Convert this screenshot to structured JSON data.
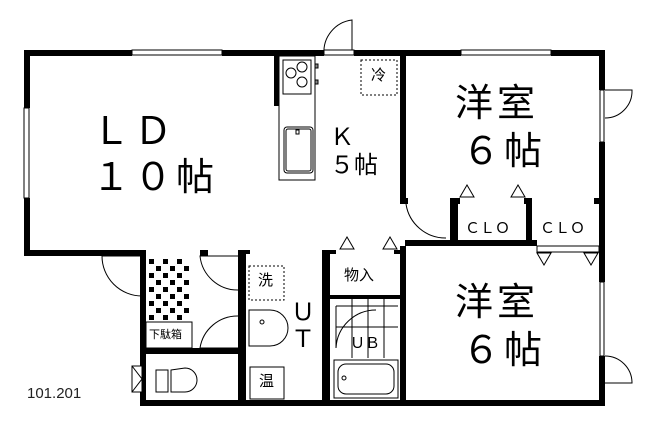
{
  "floor_plan": {
    "unit_numbers": "101.201",
    "rooms": [
      {
        "id": "ld",
        "name": "ＬＤ",
        "size": "１０帖"
      },
      {
        "id": "kitchen",
        "name": "Ｋ",
        "size": "５帖"
      },
      {
        "id": "western-room-1",
        "name": "洋室",
        "size": "６帖"
      },
      {
        "id": "western-room-2",
        "name": "洋室",
        "size": "６帖"
      },
      {
        "id": "closet-1",
        "name": "ＣＬＯ"
      },
      {
        "id": "closet-2",
        "name": "ＣＬＯ"
      },
      {
        "id": "storage",
        "name": "物入"
      },
      {
        "id": "utility",
        "name": "ＵＴ"
      },
      {
        "id": "unit-bath",
        "name": "ＵＢ"
      },
      {
        "id": "shoe-cabinet",
        "name": "下駄箱"
      }
    ],
    "fixtures": {
      "refrigerator": "冷",
      "washer": "洗",
      "water_heater": "温"
    },
    "colors": {
      "wall": "#000000",
      "background": "#ffffff"
    }
  }
}
